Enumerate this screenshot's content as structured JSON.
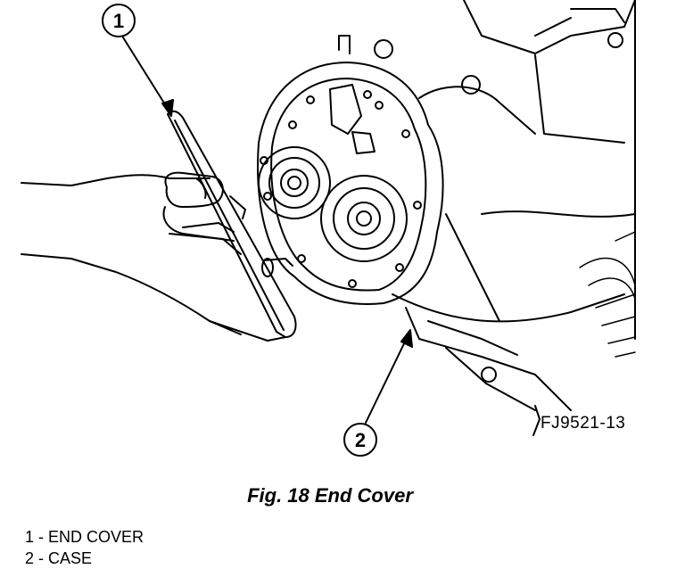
{
  "figure": {
    "code": "FJ9521-13",
    "caption": "Fig. 18 End Cover"
  },
  "callouts": [
    {
      "num": "1"
    },
    {
      "num": "2"
    }
  ],
  "legend": [
    {
      "num": "1",
      "text": " - END COVER"
    },
    {
      "num": "2",
      "text": " - CASE"
    }
  ]
}
